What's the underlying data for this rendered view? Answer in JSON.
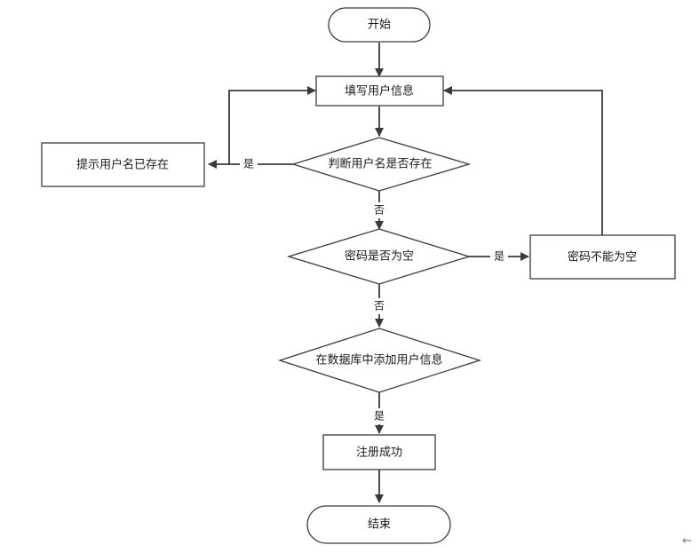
{
  "nodes": {
    "start": "开始",
    "fill_info": "填写用户信息",
    "check_username": "判断用户名是否存在",
    "username_exists": "提示用户名已存在",
    "check_password": "密码是否为空",
    "password_empty": "密码不能为空",
    "add_db": "在数据库中添加用户信息",
    "success": "注册成功",
    "end": "结束"
  },
  "edge_labels": {
    "username_yes": "是",
    "username_no": "否",
    "password_yes": "是",
    "password_no": "否",
    "db_yes": "是"
  },
  "corner_icon": "arrow-left-icon"
}
